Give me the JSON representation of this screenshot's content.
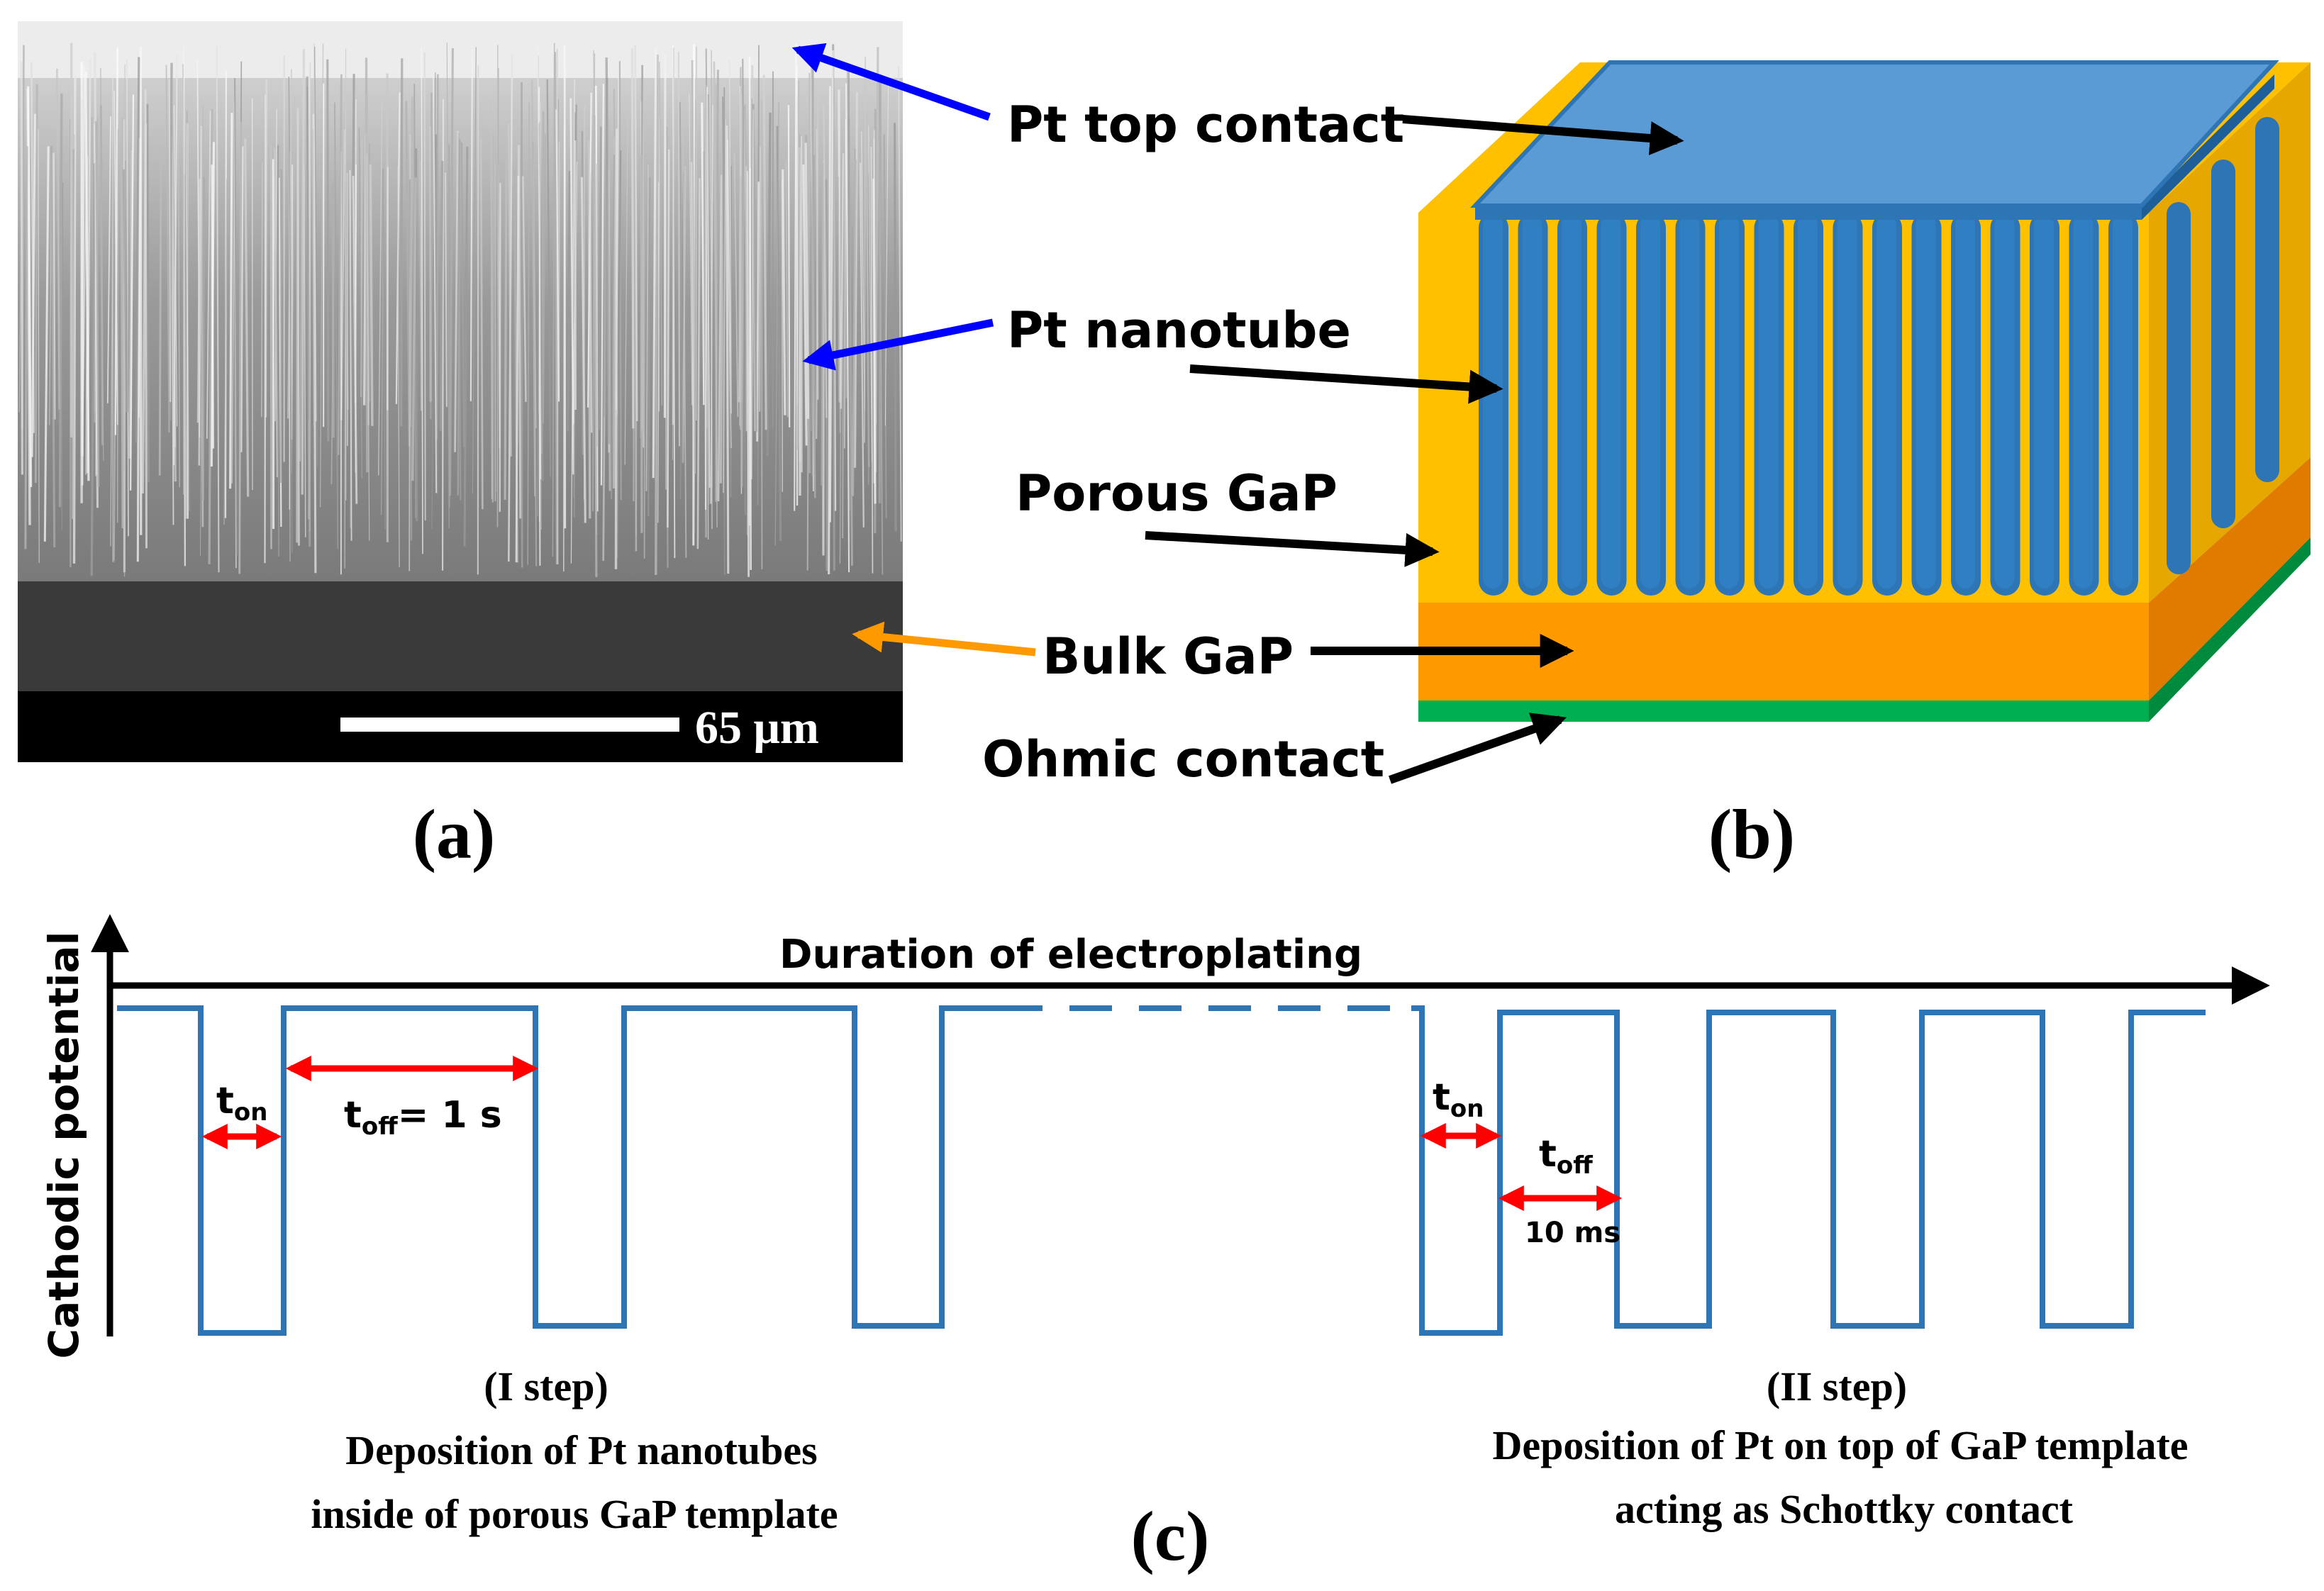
{
  "panel_a": {
    "scale_bar_label": "65 μm",
    "panel_label": "(a)"
  },
  "panel_b": {
    "panel_label": "(b)",
    "labels": {
      "pt_top_contact": "Pt top contact",
      "pt_nanotube": "Pt nanotube",
      "porous_gap": "Porous GaP",
      "bulk_gap": "Bulk GaP",
      "ohmic_contact": "Ohmic contact"
    },
    "colors": {
      "porous": "#FFC000",
      "bulk": "#FF9900",
      "ohmic": "#00B050",
      "platinum": "#5B9BD5",
      "platinum_dark": "#2E75B6"
    }
  },
  "panel_c": {
    "panel_label": "(c)",
    "x_axis_label": "Duration of electroplating",
    "y_axis_label": "Cathodic potential",
    "step1": {
      "ton_main": "t",
      "ton_sub": "on",
      "toff_main": "t",
      "toff_sub": "off",
      "toff_value": "= 1 s",
      "title": "(I step)",
      "line1": "Deposition of Pt nanotubes",
      "line2": "inside of porous GaP template"
    },
    "step2": {
      "ton_main": "t",
      "ton_sub": "on",
      "toff_main": "t",
      "toff_sub": "off",
      "toff_value": "10 ms",
      "title": "(II step)",
      "line1": "Deposition of Pt on top of GaP template",
      "line2": "acting as Schottky contact"
    },
    "colors": {
      "waveform": "#2E75B6",
      "arrow_red": "#FF0000"
    }
  },
  "arrow_colors": {
    "blue": "#0000FF",
    "orange": "#FF9900",
    "black": "#000000"
  }
}
